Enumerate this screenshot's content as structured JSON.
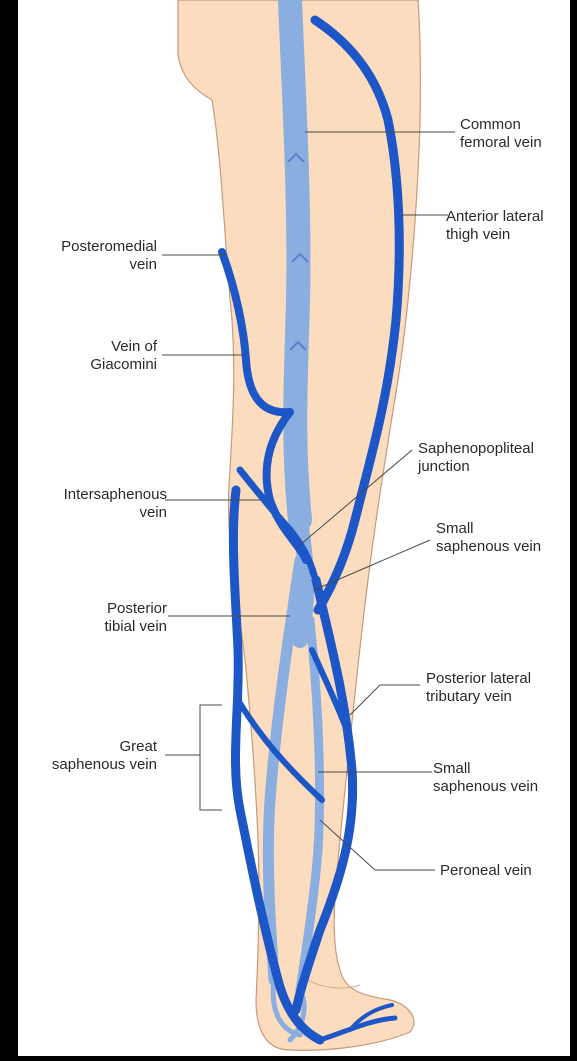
{
  "colors": {
    "background": "#000000",
    "panel": "#ffffff",
    "skin": "#fbdcbf",
    "deep_vein": "#8aaee0",
    "superficial_vein": "#1d56c6",
    "leader_line": "#4a4a4a"
  },
  "labels": {
    "common_femoral": [
      "Common",
      "femoral vein"
    ],
    "anterior_lateral_thigh": [
      "Anterior lateral",
      "thigh vein"
    ],
    "posteromedial": [
      "Posteromedial",
      "vein"
    ],
    "giacomini": [
      "Vein of",
      "Giacomini"
    ],
    "saphenopopliteal": [
      "Saphenopopliteal",
      "junction"
    ],
    "intersaphenous": [
      "Intersaphenous",
      "vein"
    ],
    "small_saphenous_upper": [
      "Small",
      "saphenous vein"
    ],
    "posterior_tibial": [
      "Posterior",
      "tibial vein"
    ],
    "posterior_lateral_tributary": [
      "Posterior lateral",
      "tributary vein"
    ],
    "great_saphenous": [
      "Great",
      "saphenous vein"
    ],
    "small_saphenous_lower": [
      "Small",
      "saphenous vein"
    ],
    "peroneal": [
      "Peroneal vein"
    ]
  }
}
